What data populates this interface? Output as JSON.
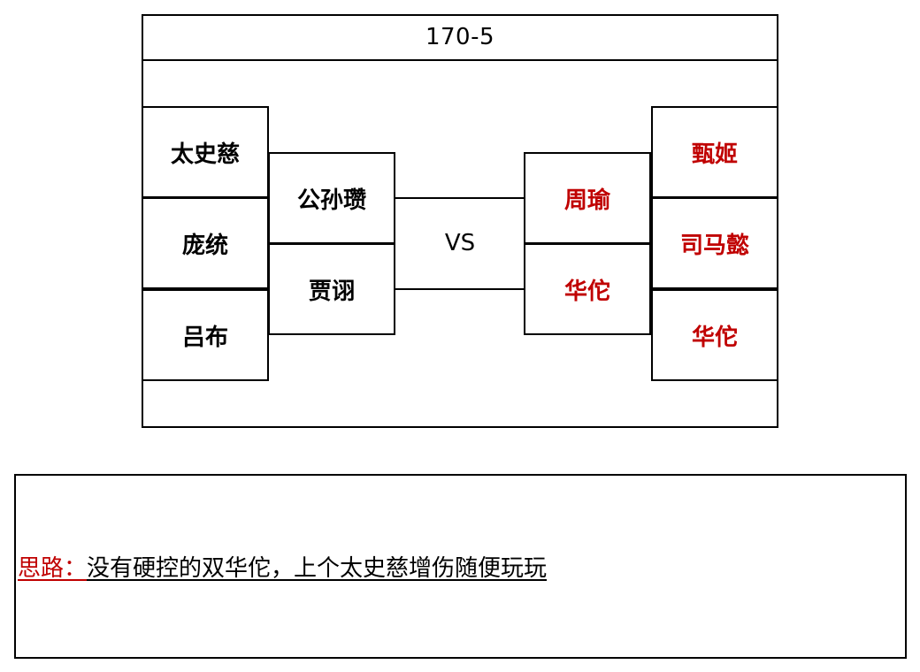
{
  "title": "170-5",
  "vs_label": "VS",
  "left_team": {
    "outer": [
      "太史慈",
      "庞统",
      "吕布"
    ],
    "inner": [
      "公孙瓒",
      "贾诩"
    ]
  },
  "right_team": {
    "inner": [
      "周瑜",
      "华佗"
    ],
    "outer": [
      "甄姬",
      "司马懿",
      "华佗"
    ]
  },
  "note": {
    "label": "思路：",
    "text": "没有硬控的双华佗，上个太史慈增伤随便玩玩"
  },
  "colors": {
    "left_team_text": "#000000",
    "right_team_text": "#c00000",
    "note_label": "#c00000"
  }
}
